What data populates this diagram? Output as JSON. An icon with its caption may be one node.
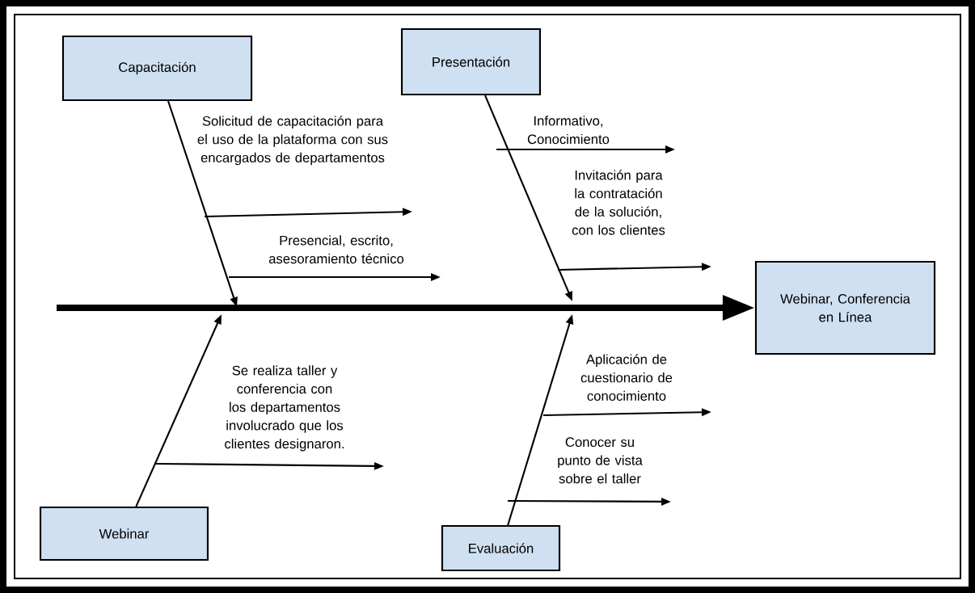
{
  "diagram": {
    "nodes": [
      {
        "text": [
          "Capacitación"
        ]
      },
      {
        "text": [
          "Presentación"
        ]
      },
      {
        "text": [
          "Webinar"
        ]
      },
      {
        "text": [
          "Evaluación"
        ]
      },
      {
        "text": [
          "Webinar, Conferencia en Línea"
        ]
      }
    ],
    "edges": [
      {
        "from": null,
        "to": 4,
        "arrow": "to",
        "style": "thick"
      },
      {
        "from": 0,
        "to": null,
        "arrow": "to"
      },
      {
        "from": 1,
        "to": null,
        "arrow": "to"
      },
      {
        "from": 2,
        "to": null,
        "arrow": "to"
      },
      {
        "from": 3,
        "to": null,
        "arrow": "to"
      }
    ],
    "labels": [
      "Solicitud de capacitación para el uso de la plataforma con sus encargados de departamentos",
      "Informativo, Conocimiento",
      "Invitación para la contratación de la solución, con los clientes",
      "Presencial, escrito, asesoramiento técnico",
      "Se realiza taller y conferencia con los departamentos involucrado que los clientes designaron.",
      "Aplicación de cuestionario de conocimiento",
      "Conocer su punto de vista sobre el taller"
    ]
  }
}
